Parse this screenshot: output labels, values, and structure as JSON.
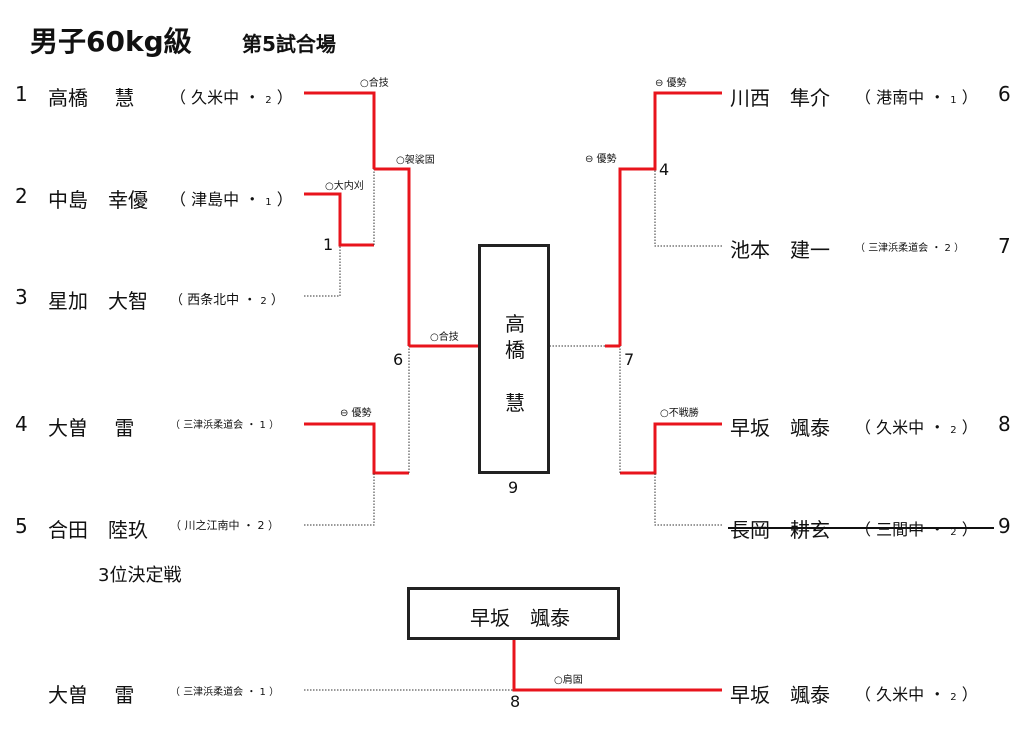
{
  "title": "男子60kg級",
  "subtitle": "第5試合場",
  "left_entries": [
    {
      "seed": "1",
      "name": "高橋　 慧",
      "school": "久米中",
      "grade": "2"
    },
    {
      "seed": "2",
      "name": "中島　幸優",
      "school": "津島中",
      "grade": "1"
    },
    {
      "seed": "3",
      "name": "星加　大智",
      "school": "西条北中",
      "grade": "2"
    },
    {
      "seed": "4",
      "name": "大曽　 雷",
      "school": "三津浜柔道会",
      "grade": "1"
    },
    {
      "seed": "5",
      "name": "合田　陸玖",
      "school": "川之江南中",
      "grade": "2"
    }
  ],
  "right_entries": [
    {
      "seed": "6",
      "name": "川西　隼介",
      "school": "港南中",
      "grade": "1"
    },
    {
      "seed": "7",
      "name": "池本　建一",
      "school": "三津浜柔道会",
      "grade": "2"
    },
    {
      "seed": "8",
      "name": "早坂　颯泰",
      "school": "久米中",
      "grade": "2"
    },
    {
      "seed": "9",
      "name": "長岡　耕玄",
      "school": "三間中",
      "grade": "2"
    }
  ],
  "match_numbers": {
    "m1": "1",
    "m4": "4",
    "m6": "6",
    "m7": "7",
    "m8": "8",
    "m9": "9"
  },
  "techniques": {
    "m_1v1": "○合技",
    "m_2v3": "○大内刈",
    "m_left_semi": "○袈裟固",
    "m_4v5": "⊖ 優勢",
    "m_left_final": "○合技",
    "m_6v7": "⊖ 優勢",
    "m_right_semi": "⊖ 優勢",
    "m_8v9": "○不戦勝",
    "m_third": "○肩固"
  },
  "champion": {
    "name_top": "高橋",
    "name_bottom": "慧"
  },
  "third_place": {
    "label": "3位決定戦",
    "winner": "早坂　颯泰",
    "left": {
      "name": "大曽　 雷",
      "school": "三津浜柔道会",
      "grade": "1"
    },
    "right": {
      "name": "早坂　颯泰",
      "school": "久米中",
      "grade": "2"
    }
  },
  "colors": {
    "winner_line": "#e8141c",
    "loser_line": "#333333"
  }
}
